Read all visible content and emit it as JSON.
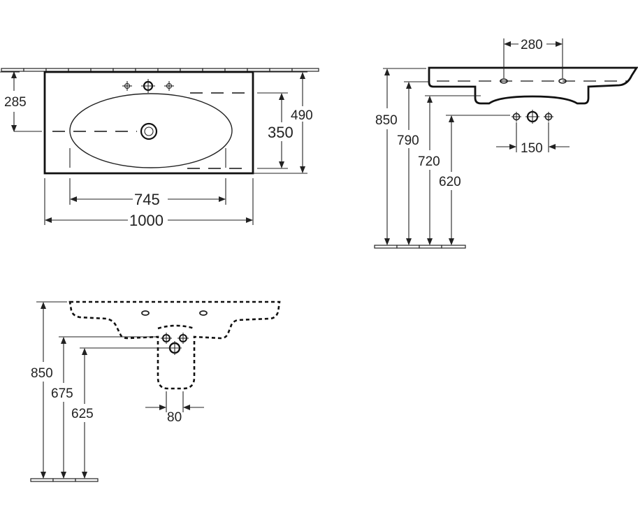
{
  "top_view": {
    "basin_depth_tap": "285",
    "overall_depth": "490",
    "bowl_depth": "350",
    "bowl_width": "745",
    "overall_width": "1000"
  },
  "side_view": {
    "tap_hole_spacing": "280",
    "rim_height": "850",
    "underside_height": "790",
    "siphon_cutout_height": "720",
    "waste_height": "620",
    "connection_spacing": "150"
  },
  "front_view": {
    "rim_height": "850",
    "siphon_top_height": "675",
    "siphon_waste_height": "625",
    "connection_spacing": "80"
  }
}
